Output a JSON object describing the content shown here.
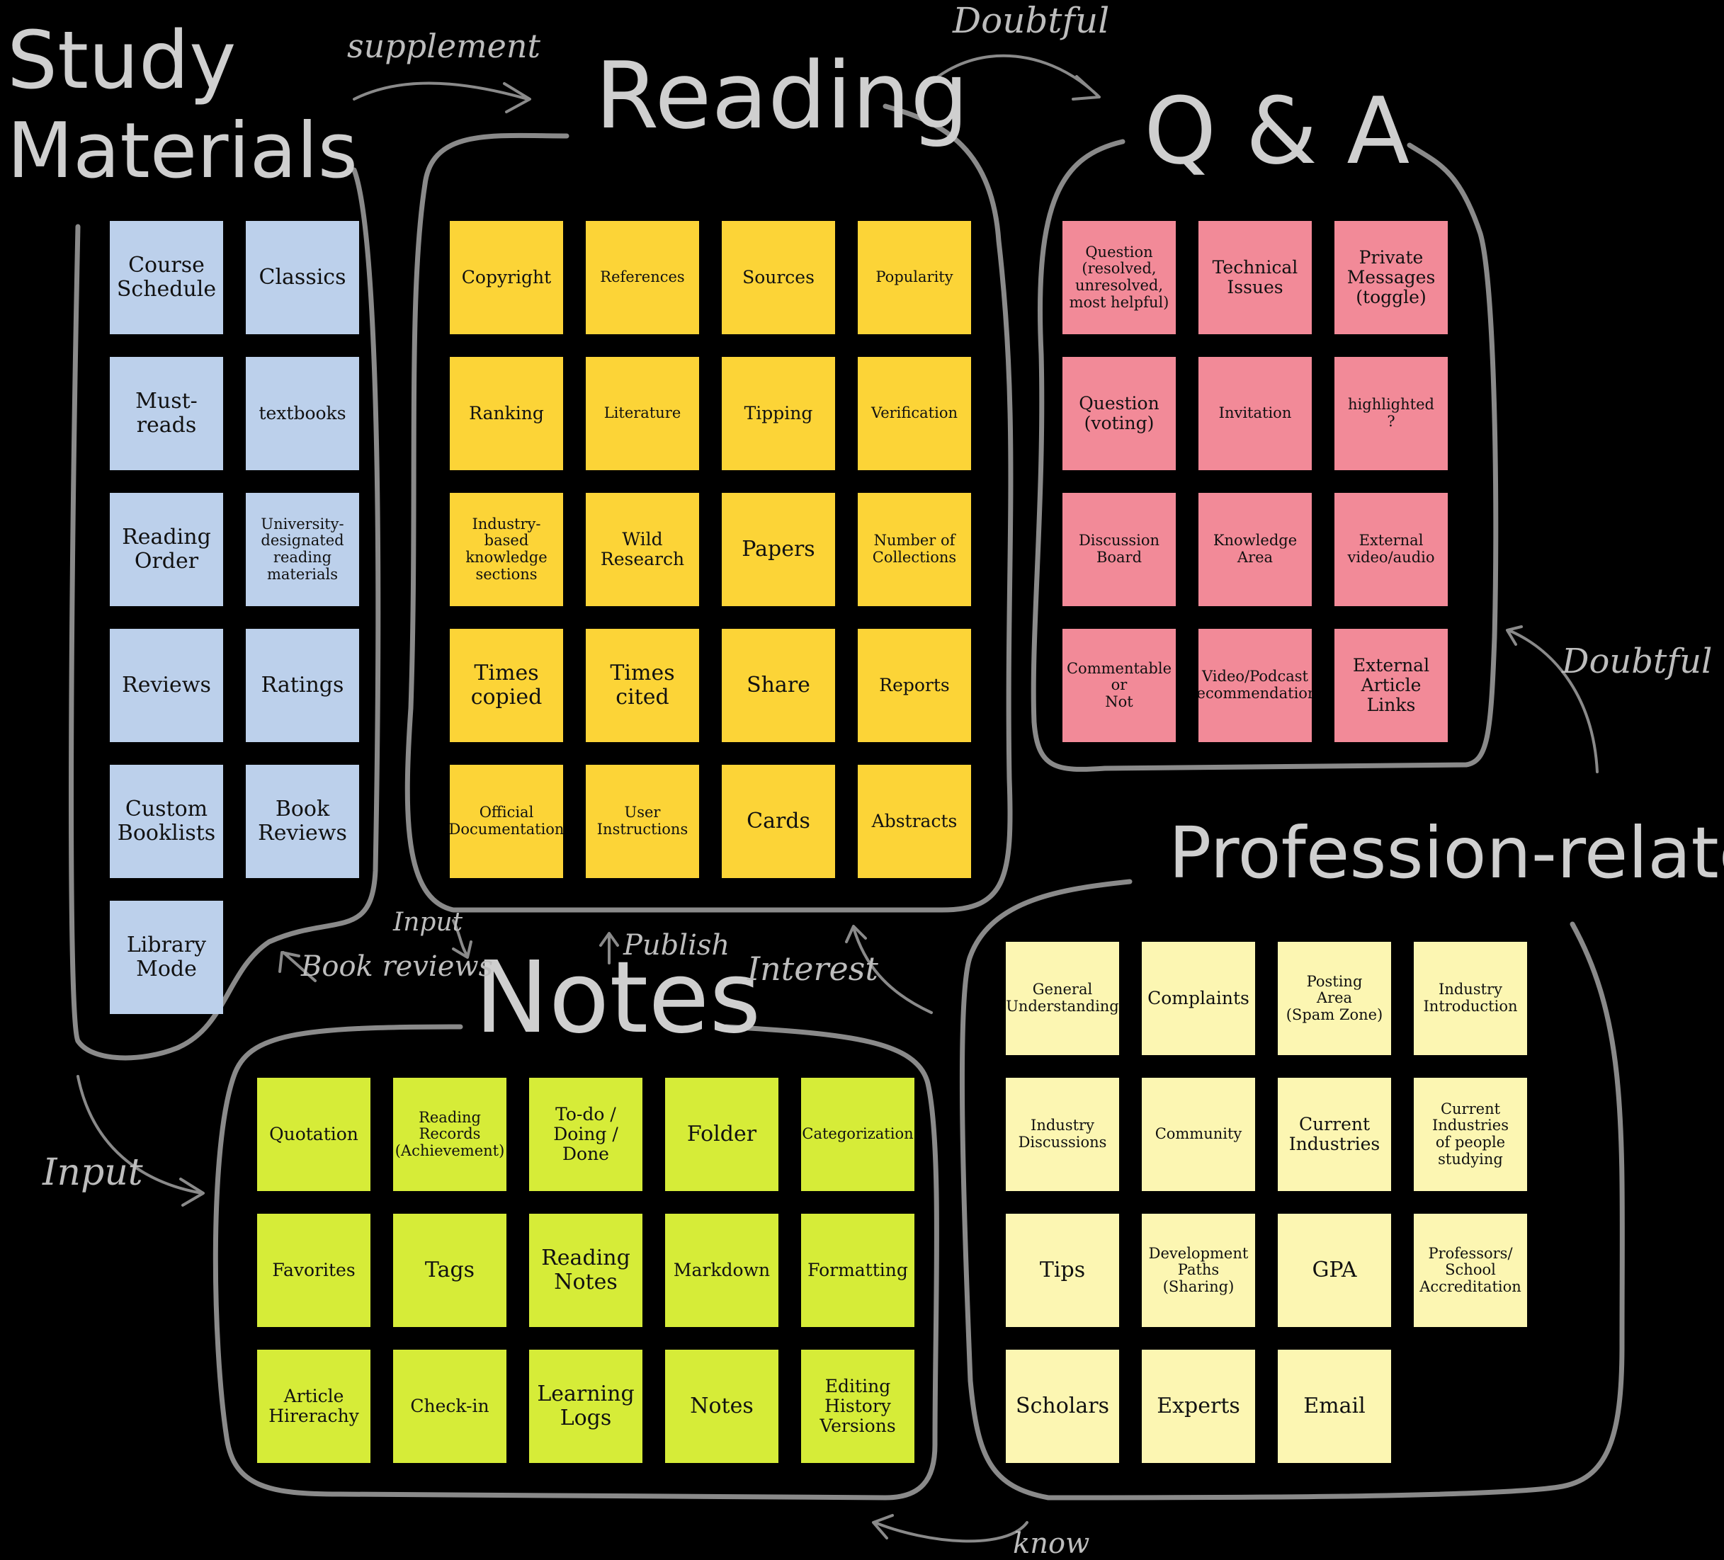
{
  "groups": {
    "study": {
      "title_line1": "Study",
      "title_line2": "Materials",
      "color": "#bcd0eb",
      "notes": [
        "Course\nSchedule",
        "Classics",
        "Must-\nreads",
        "textbooks",
        "Reading\nOrder",
        "University-\ndesignated\nreading\nmaterials",
        "Reviews",
        "Ratings",
        "Custom\nBooklists",
        "Book\nReviews",
        "Library\nMode"
      ]
    },
    "reading": {
      "title": "Reading",
      "color": "#fcd437",
      "notes": [
        "Copyright",
        "References",
        "Sources",
        "Popularity",
        "Ranking",
        "Literature",
        "Tipping",
        "Verification",
        "Industry-\nbased\nknowledge\nsections",
        "Wild\nResearch",
        "Papers",
        "Number of\nCollections",
        "Times\ncopied",
        "Times\ncited",
        "Share",
        "Reports",
        "Official\nDocumentation",
        "User\nInstructions",
        "Cards",
        "Abstracts"
      ]
    },
    "qa": {
      "title": "Q & A",
      "color": "#f28a98",
      "notes": [
        "Question\n(resolved,\nunresolved,\nmost helpful)",
        "Technical\nIssues",
        "Private\nMessages\n(toggle)",
        "Question\n(voting)",
        "Invitation",
        "highlighted\n?",
        "Discussion\nBoard",
        "Knowledge\nArea",
        "External\nvideo/audio",
        "Commentable\nor\nNot",
        "Video/Podcast\nRecommendations",
        "External\nArticle\nLinks"
      ]
    },
    "notes": {
      "title": "Notes",
      "color": "#d6ec38",
      "notes": [
        "Quotation",
        "Reading\nRecords\n(Achievement)",
        "To-do /\nDoing /\nDone",
        "Folder",
        "Categorization",
        "Favorites",
        "Tags",
        "Reading\nNotes",
        "Markdown",
        "Formatting",
        "Article\nHirerachy",
        "Check-in",
        "Learning\nLogs",
        "Notes",
        "Editing\nHistory\nVersions"
      ]
    },
    "profession": {
      "title": "Profession-related",
      "color": "#fcf6b2",
      "notes": [
        "General\nUnderstanding",
        "Complaints",
        "Posting\nArea\n(Spam Zone)",
        "Industry\nIntroduction",
        "Industry\nDiscussions",
        "Community",
        "Current\nIndustries",
        "Current\nIndustries\nof people\nstudying",
        "Tips",
        "Development\nPaths\n(Sharing)",
        "GPA",
        "Professors/\nSchool\nAccreditation",
        "Scholars",
        "Experts",
        "Email"
      ]
    }
  },
  "annotations": {
    "supplement": "supplement",
    "doubtful_top": "Doubtful",
    "doubtful_right": "Doubtful",
    "input_left": "Input",
    "input_mid": "Input",
    "book_reviews": "Book reviews",
    "publish": "Publish",
    "interest": "Interest",
    "know": "know"
  }
}
